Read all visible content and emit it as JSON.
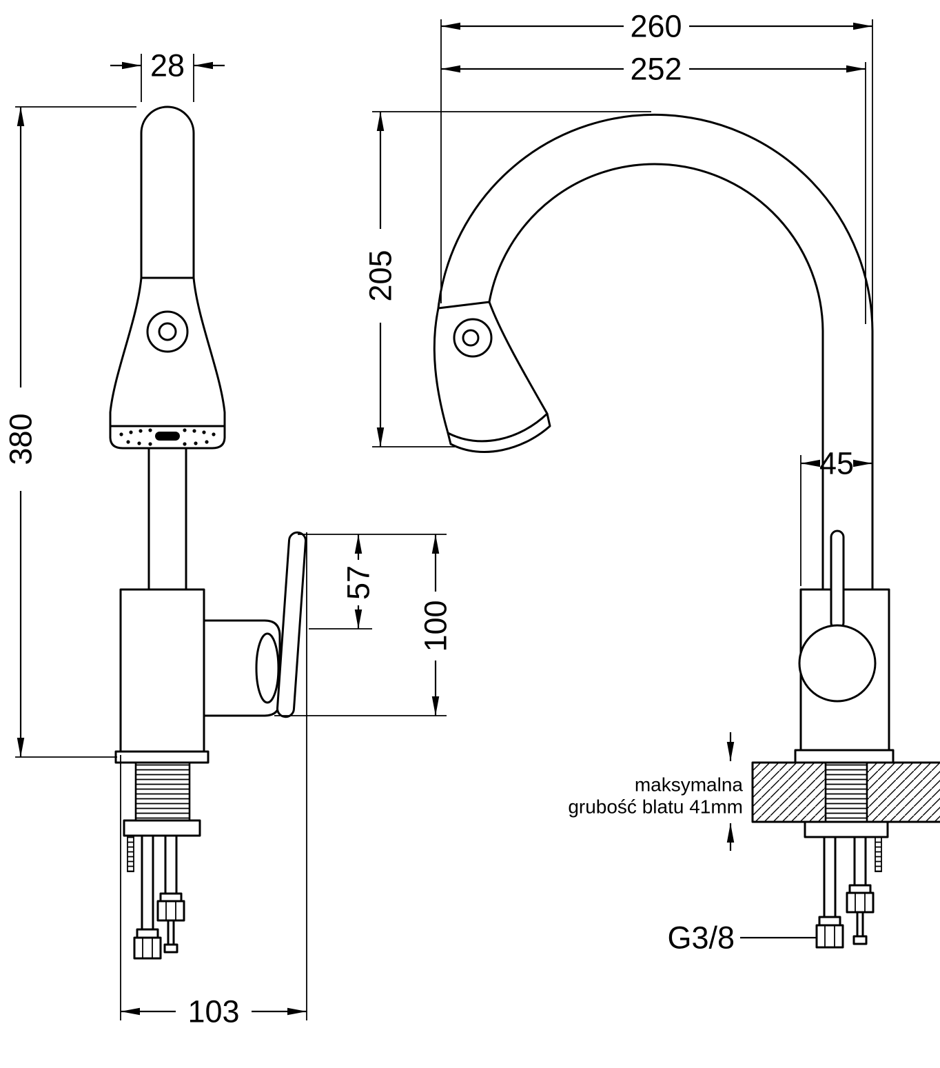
{
  "page": {
    "background": "#ffffff",
    "line_color": "#000000",
    "description_type": "faucet-technical-dimension-drawing"
  },
  "dimensions": {
    "spout_width_mm": "28",
    "total_height_mm": "380",
    "handle_offset_mm": "57",
    "handle_assembly_height_mm": "100",
    "base_depth_mm": "103",
    "overall_reach_mm": "260",
    "spout_reach_mm": "252",
    "spout_clearance_mm": "205",
    "column_offset_mm": "45"
  },
  "annotations": {
    "countertop_note_line1": "maksymalna",
    "countertop_note_line2": "grubość blatu 41mm",
    "connection_thread_label": "G3/8"
  }
}
